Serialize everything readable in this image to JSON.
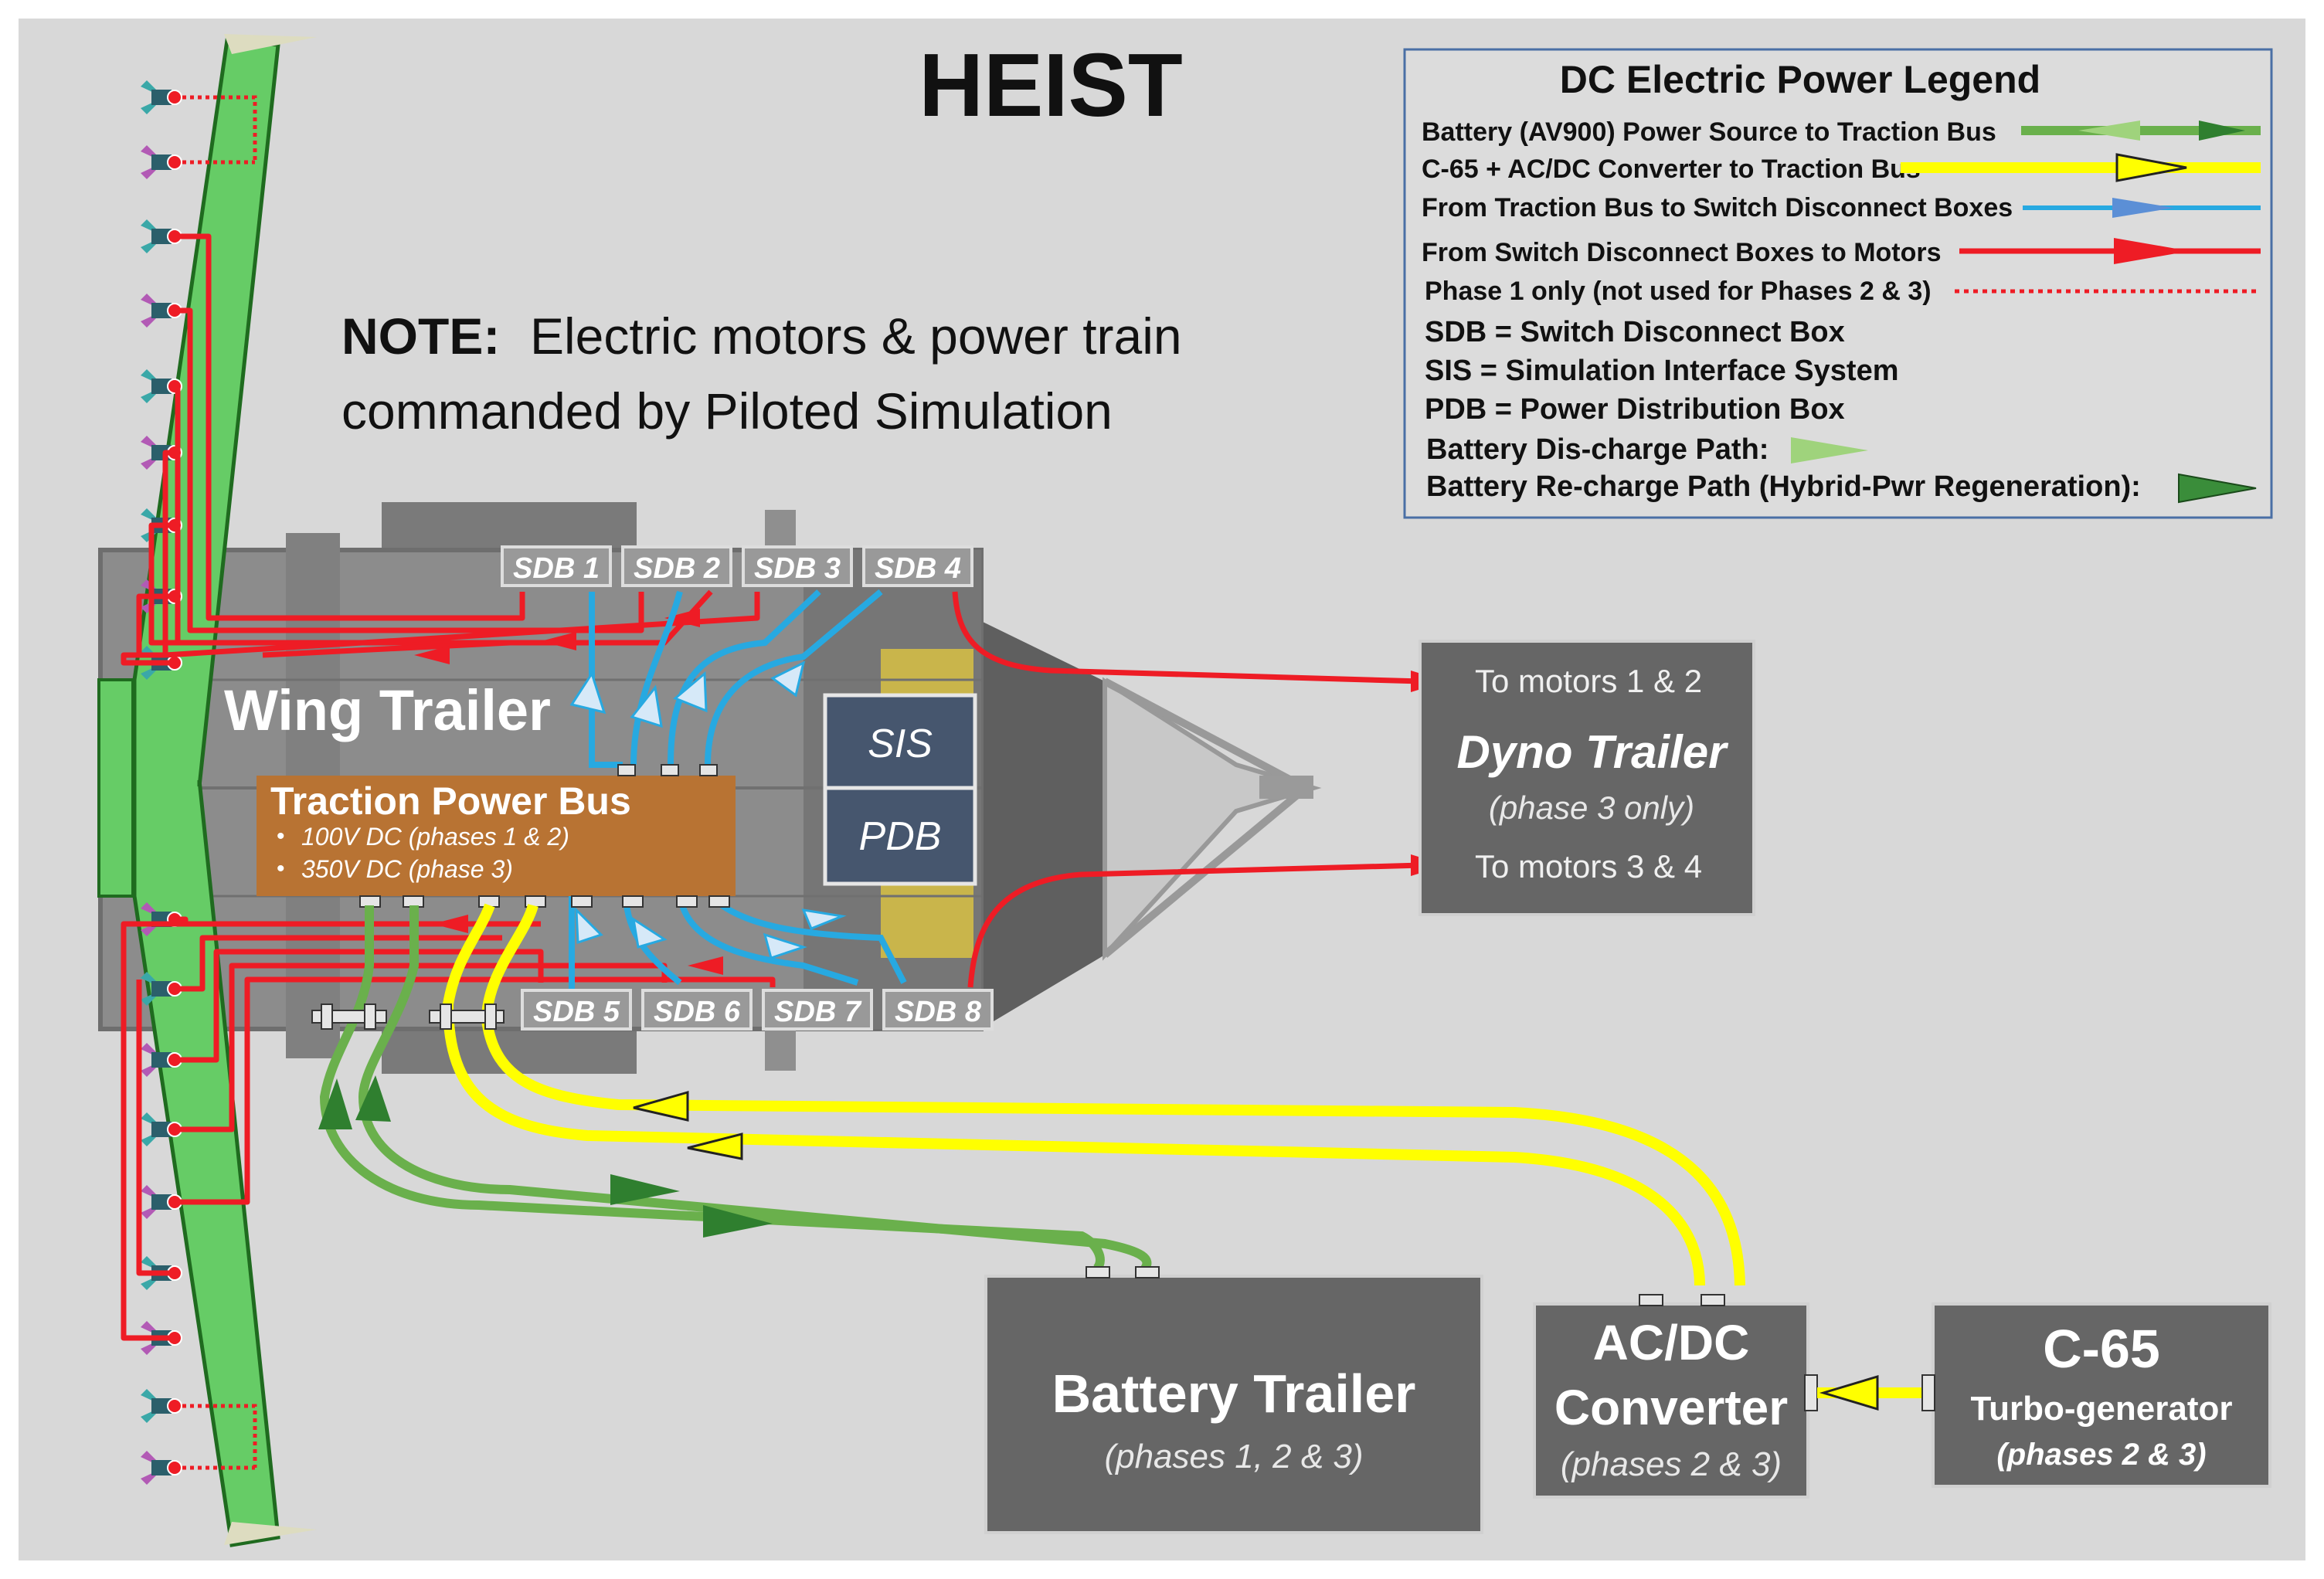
{
  "title": "HEIST",
  "note": {
    "bold": "NOTE:",
    "line1": "Electric motors & power train",
    "line2": "commanded by Piloted Simulation"
  },
  "legend": {
    "title": "DC Electric Power Legend",
    "rows": [
      {
        "label": "Battery (AV900) Power Source to Traction Bus",
        "color": "#6ab04c",
        "kind": "battery"
      },
      {
        "label": "C-65 + AC/DC Converter to Traction Bus",
        "color": "#ffff00",
        "kind": "c65"
      },
      {
        "label": "From Traction Bus to Switch Disconnect Boxes",
        "color": "#27a9e1",
        "kind": "blue"
      },
      {
        "label": "From Switch Disconnect Boxes to Motors",
        "color": "#ee1c25",
        "kind": "red"
      },
      {
        "label": "Phase 1 only (not used for Phases 2 & 3)",
        "color": "#ee1c25",
        "kind": "dotted"
      }
    ],
    "abbrevs": [
      "SDB = Switch Disconnect Box",
      "SIS = Simulation Interface System",
      "PDB = Power Distribution Box"
    ],
    "discharge": "Battery Dis-charge Path:",
    "recharge": "Battery Re-charge Path (Hybrid-Pwr Regeneration):"
  },
  "wing_trailer": "Wing Trailer",
  "traction_bus": {
    "title": "Traction Power Bus",
    "items": [
      "100V DC (phases 1 & 2)",
      "350V DC (phase 3)"
    ]
  },
  "sdb_top": [
    "SDB 1",
    "SDB 2",
    "SDB 3",
    "SDB 4"
  ],
  "sdb_bottom": [
    "SDB 5",
    "SDB 6",
    "SDB 7",
    "SDB 8"
  ],
  "sis": "SIS",
  "pdb": "PDB",
  "dyno": {
    "motors_a": "To motors 1 & 2",
    "title": "Dyno Trailer",
    "phase": "(phase 3 only)",
    "motors_b": "To motors 3 & 4"
  },
  "battery": {
    "title": "Battery Trailer",
    "phase": "(phases 1, 2 & 3)"
  },
  "converter": {
    "line1": "AC/DC",
    "line2": "Converter",
    "phase": "(phases 2 & 3)"
  },
  "c65": {
    "title": "C-65",
    "sub": "Turbo-generator",
    "phase": "(phases 2 & 3)"
  },
  "colors": {
    "background": "#d8d8d8",
    "box": "#666666",
    "red": "#ee1c25",
    "yellow": "#ffff00",
    "green": "#6ab04c",
    "blue": "#27a9e1",
    "bus": "#b87333",
    "sis": "#46566e"
  }
}
